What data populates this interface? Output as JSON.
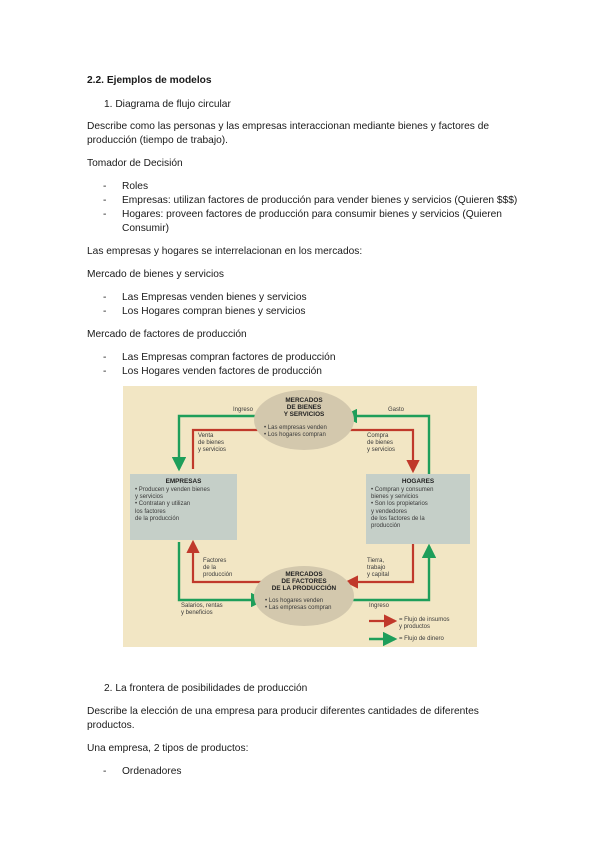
{
  "heading": "2.2. Ejemplos de modelos",
  "item1": "1.   Diagrama de flujo circular",
  "desc1_line1": "Describe como las personas y las empresas interaccionan mediante bienes y factores de",
  "desc1_line2": "producción (tiempo de trabajo).",
  "tomador": "Tomador de Decisión",
  "bullets1": [
    "Roles",
    "Empresas: utilizan factores de producción para vender bienes y servicios (Quieren $$$)",
    "Hogares: proveen factores de producción para consumir bienes y servicios (Quieren",
    "Consumir)"
  ],
  "interrelacion": "Las empresas y hogares se interrelacionan en los mercados:",
  "mercado_bienes": "Mercado de bienes y servicios",
  "bullets2": [
    "Las Empresas venden bienes y servicios",
    "Los Hogares compran bienes y servicios"
  ],
  "mercado_factores": "Mercado de factores de producción",
  "bullets3": [
    "Las Empresas compran factores de producción",
    "Los Hogares venden factores de producción"
  ],
  "diagram": {
    "top_market": [
      "MERCADOS",
      "DE BIENES",
      "Y SERVICIOS"
    ],
    "top_market_items": [
      "• Las empresas venden",
      "• Los hogares compran"
    ],
    "bottom_market": [
      "MERCADOS",
      "DE FACTORES",
      "DE LA PRODUCCIÓN"
    ],
    "bottom_market_items": [
      "• Los hogares venden",
      "• Las empresas compran"
    ],
    "empresas_title": "EMPRESAS",
    "empresas_items": [
      "• Producen y venden bienes",
      "  y servicios",
      "• Contratan y utilizan",
      "  los factores",
      "  de la producción"
    ],
    "hogares_title": "HOGARES",
    "hogares_items": [
      "• Compran y consumen",
      "  bienes y servicios",
      "• Son los propietarios",
      "  y vendedores",
      "  de los factores de la",
      "  producción"
    ],
    "ingreso_top": "Ingreso",
    "gasto": "Gasto",
    "venta": [
      "Venta",
      "de bienes",
      "y servicios"
    ],
    "compra": [
      "Compra",
      "de bienes",
      "y servicios"
    ],
    "factores": [
      "Factores",
      "de la",
      "producción"
    ],
    "tierra": [
      "Tierra,",
      "trabajo",
      "y capital"
    ],
    "salarios": [
      "Salarios, rentas",
      "y beneficios"
    ],
    "ingreso_bottom": "Ingreso",
    "legend_red": [
      "= Flujo de insumos",
      "  y productos"
    ],
    "legend_green": "= Flujo de dinero",
    "colors": {
      "red": "#c0392b",
      "green": "#1e9e5a",
      "bg": "#f2e6c4",
      "box": "#c5cfc8",
      "ellipse": "#d3c8ad"
    }
  },
  "item2": "2.   La frontera de posibilidades de producción",
  "desc2_line1": "Describe la elección de una empresa para producir diferentes cantidades de diferentes",
  "desc2_line2": "productos.",
  "una_empresa": "Una empresa, 2 tipos de productos:",
  "bullets4": [
    "Ordenadores"
  ]
}
